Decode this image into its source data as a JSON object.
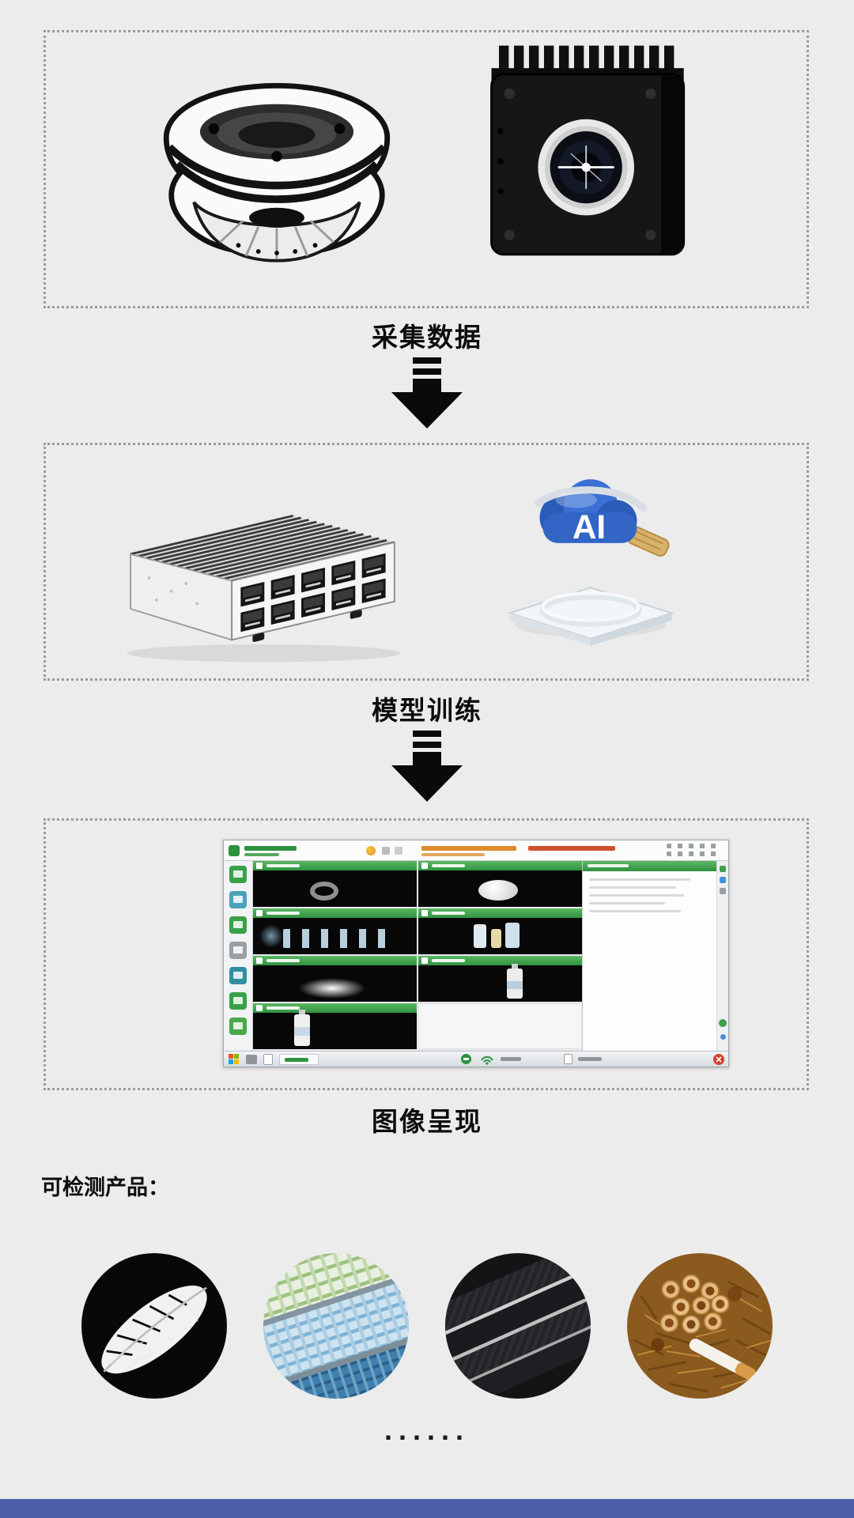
{
  "page": {
    "background_color": "#ececec",
    "text_color": "#0d0d0d",
    "footer_strip_color": "#4c5da9"
  },
  "flow": {
    "step1": {
      "label": "采集数据",
      "figures": [
        "ring-light",
        "industrial-camera"
      ]
    },
    "step2": {
      "label": "模型训练",
      "figures": [
        "edge-computer",
        "ai-model-platform"
      ]
    },
    "step3": {
      "label": "图像呈现",
      "figures": [
        "inspection-software-screenshot"
      ]
    }
  },
  "ai_graphic": {
    "label": "AI",
    "color": "#3265c6"
  },
  "products": {
    "heading": "可检测产品：",
    "items": [
      {
        "name": "feather"
      },
      {
        "name": "plaid-fabric"
      },
      {
        "name": "composite-sheets"
      },
      {
        "name": "cigarettes"
      }
    ],
    "ellipsis": "......"
  },
  "icons": {
    "down_arrow": "solid-down-arrow-with-double-bar",
    "windows_start": "four-color-grid",
    "wifi": "signal-arcs",
    "close": "red-circle-x"
  },
  "colors": {
    "box_border": "#9b9b9b",
    "arrow": "#0a0a0a",
    "software_green": "#2f9240"
  }
}
